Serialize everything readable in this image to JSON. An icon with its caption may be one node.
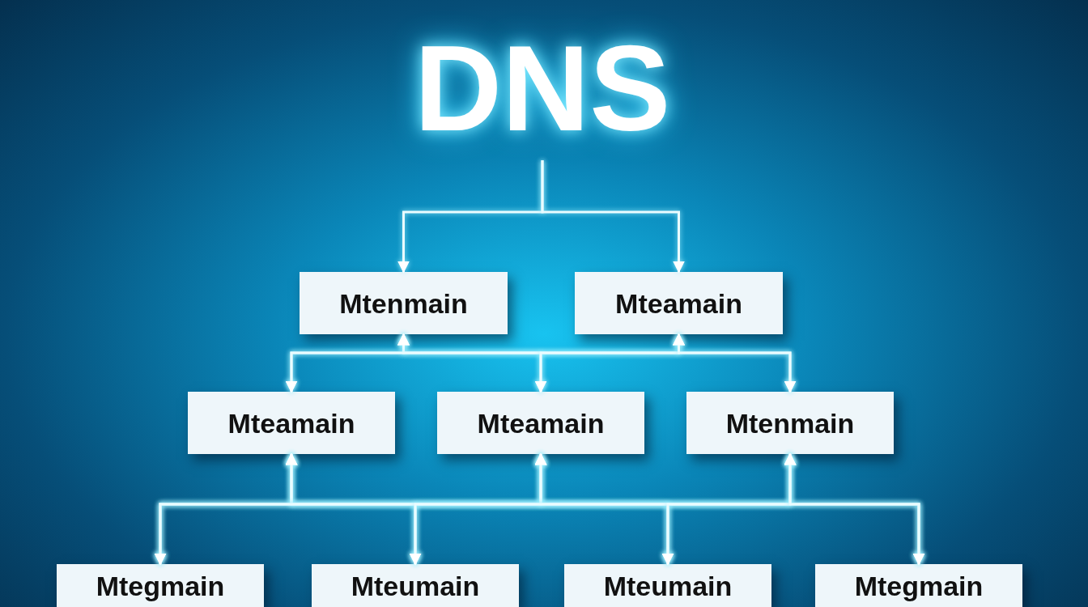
{
  "diagram": {
    "nodes": [
      {
        "text": [
          "DNS"
        ]
      },
      {
        "text": [
          "Mtenmain"
        ]
      },
      {
        "text": [
          "Mteamain"
        ]
      },
      {
        "text": [
          "Mteamain"
        ]
      },
      {
        "text": [
          "Mteamain"
        ]
      },
      {
        "text": [
          "Mtenmain"
        ]
      },
      {
        "text": [
          "Mtegmain"
        ]
      },
      {
        "text": [
          "Mteumain"
        ]
      },
      {
        "text": [
          "Mteumain"
        ]
      },
      {
        "text": [
          "Mtegmain"
        ]
      }
    ],
    "edges": [
      {
        "from": 0,
        "to": 1,
        "arrow": "to"
      },
      {
        "from": 0,
        "to": 2,
        "arrow": "to"
      },
      {
        "from": 1,
        "to": 3,
        "arrow": "both"
      },
      {
        "from": 1,
        "to": 4,
        "arrow": "both"
      },
      {
        "from": 1,
        "to": 5,
        "arrow": "both"
      },
      {
        "from": 2,
        "to": 3,
        "arrow": "both"
      },
      {
        "from": 2,
        "to": 4,
        "arrow": "both"
      },
      {
        "from": 2,
        "to": 5,
        "arrow": "both"
      },
      {
        "from": 3,
        "to": 6,
        "arrow": "both"
      },
      {
        "from": 3,
        "to": 7,
        "arrow": "both"
      },
      {
        "from": 3,
        "to": 8,
        "arrow": "both"
      },
      {
        "from": 3,
        "to": 9,
        "arrow": "both"
      },
      {
        "from": 4,
        "to": 6,
        "arrow": "both"
      },
      {
        "from": 4,
        "to": 7,
        "arrow": "both"
      },
      {
        "from": 4,
        "to": 8,
        "arrow": "both"
      },
      {
        "from": 4,
        "to": 9,
        "arrow": "both"
      },
      {
        "from": 5,
        "to": 6,
        "arrow": "both"
      },
      {
        "from": 5,
        "to": 7,
        "arrow": "both"
      },
      {
        "from": 5,
        "to": 8,
        "arrow": "both"
      },
      {
        "from": 5,
        "to": 9,
        "arrow": "both"
      }
    ]
  }
}
